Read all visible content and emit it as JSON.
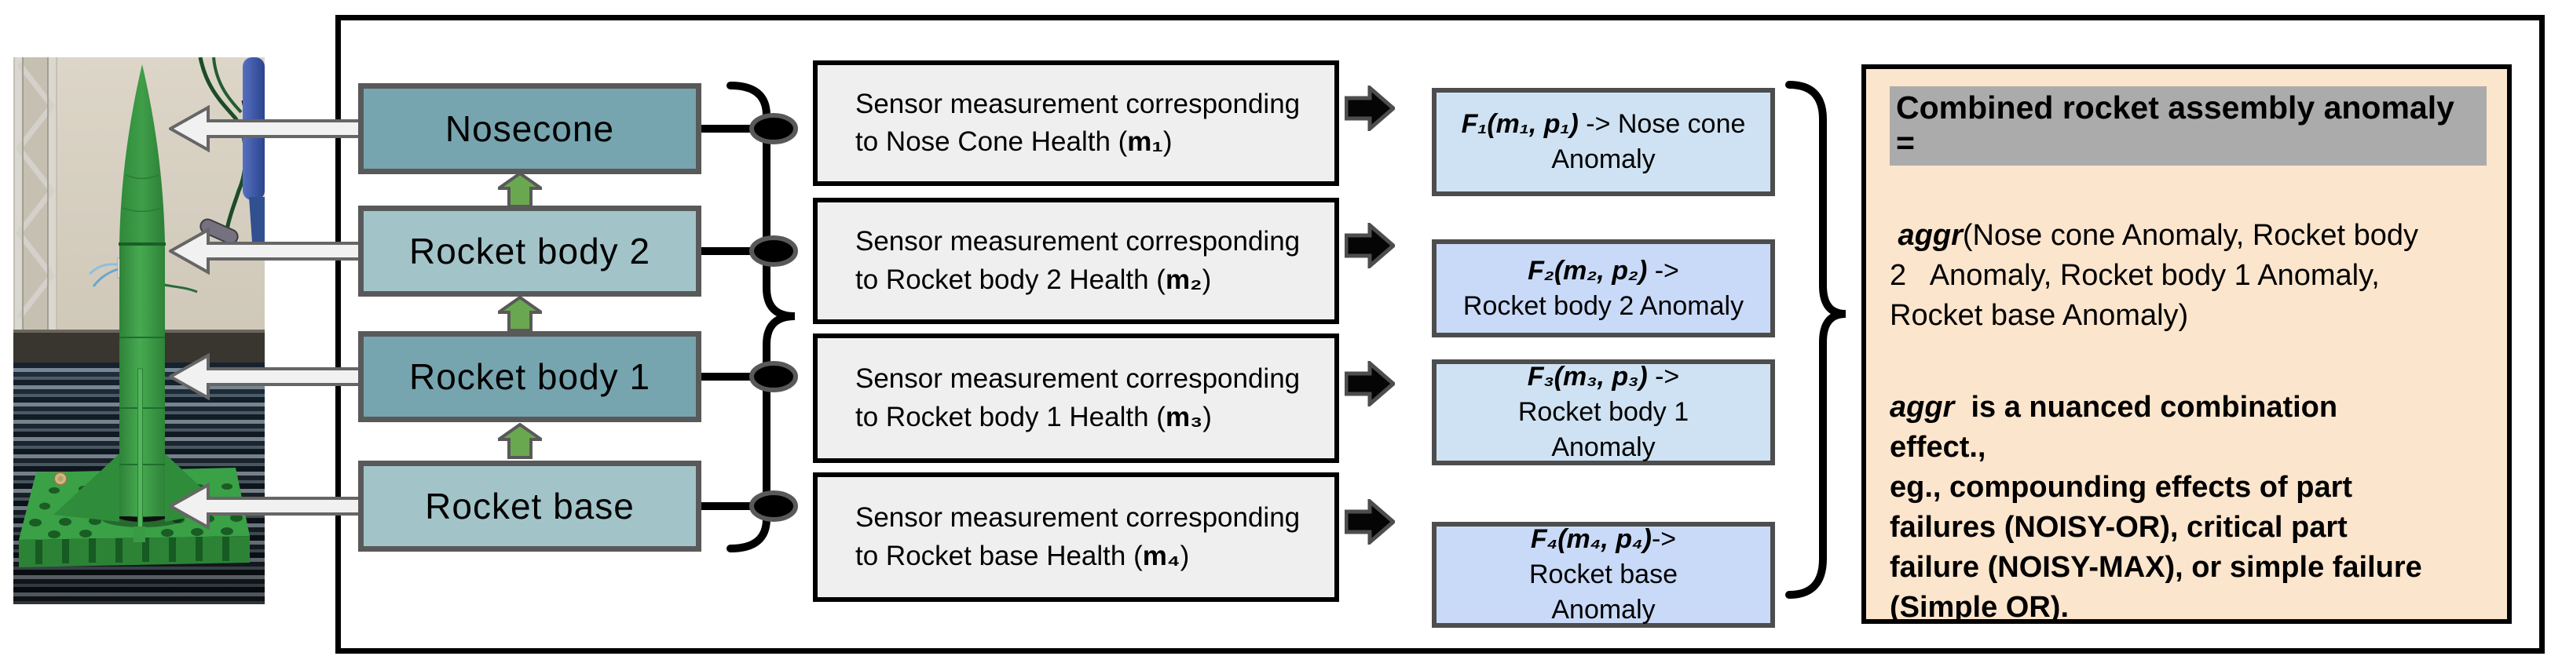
{
  "parts": {
    "items": [
      {
        "label": "Nosecone"
      },
      {
        "label": "Rocket body 2"
      },
      {
        "label": "Rocket body 1"
      },
      {
        "label": "Rocket base"
      }
    ]
  },
  "sensors": {
    "items": [
      {
        "prefix": "Sensor measurement corresponding\nto Nose Cone Health (",
        "m": "m₁",
        "suffix": ")"
      },
      {
        "prefix": "Sensor measurement corresponding\nto Rocket body 2 Health (",
        "m": "m₂",
        "suffix": ")"
      },
      {
        "prefix": "Sensor measurement corresponding\nto Rocket body 1 Health (",
        "m": "m₃",
        "suffix": ")"
      },
      {
        "prefix": "Sensor measurement corresponding\nto Rocket base Health (",
        "m": "m₄",
        "suffix": ")"
      }
    ]
  },
  "anomalies": {
    "items": [
      {
        "formula": "F₁(m₁, p₁)",
        "rest": " -> Nose cone\nAnomaly"
      },
      {
        "formula": "F₂(m₂, p₂)",
        "rest": " ->\nRocket body 2 Anomaly"
      },
      {
        "formula": "F₃(m₃, p₃)",
        "rest": " ->\nRocket body 1\nAnomaly"
      },
      {
        "formula": "F₄(m₄, p₄)",
        "rest": "->\nRocket base\nAnomaly"
      }
    ]
  },
  "combined": {
    "title": "Combined rocket assembly anomaly =",
    "call_aggr": " aggr",
    "call_args": "(Nose cone Anomaly, Rocket body\n2   Anomaly, Rocket body 1 Anomaly,\nRocket base Anomaly)",
    "def_aggr": "aggr",
    "def_text": "  is a nuanced combination\neffect.,\neg., compounding effects of part\nfailures (NOISY-OR), critical part\nfailure (NOISY-MAX), or simple failure\n(Simple OR)."
  },
  "colors": {
    "part_box_dark": "#76a5af",
    "part_box_light": "#a2c4c9",
    "box_border_gray": "#595959",
    "green_arrow": "#6aa84f",
    "sensor_box_fill": "#efefef",
    "anomaly_fill_a": "#cfe2f3",
    "anomaly_fill_b": "#c9daf8",
    "combined_fill": "#fce5cd",
    "title_highlight": "#ababab",
    "white_arrow_fill": "#f1f1f1",
    "line_black": "#000000",
    "rocket_green": "#3f9b47"
  }
}
